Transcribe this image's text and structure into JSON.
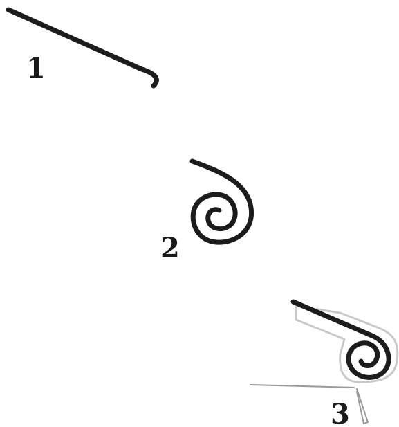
{
  "steps": [
    {
      "label": "1",
      "shape": "straight-wire-bent-tip"
    },
    {
      "label": "2",
      "shape": "spiral-coil"
    },
    {
      "label": "3",
      "shape": "wire-rolled-into-coil-with-pin"
    }
  ],
  "colors": {
    "background": "#ffffff",
    "wire": "#1c1c1c",
    "outline": "#c9c9c9",
    "needle": "#9a9a9a"
  }
}
